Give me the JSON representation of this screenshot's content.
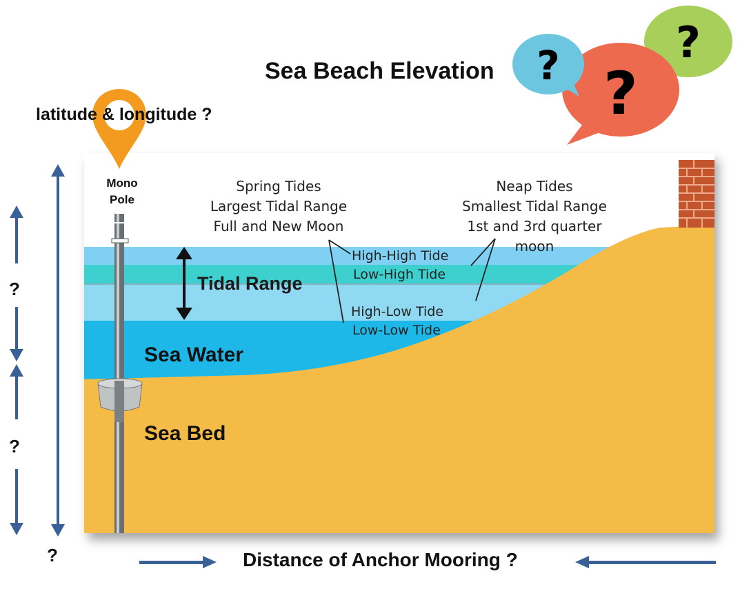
{
  "title": "Sea Beach Elevation",
  "location_question": "latitude & longitude ?",
  "mono_pole_label": "Mono\nPole",
  "spring_tides": [
    "Spring Tides",
    "Largest Tidal Range",
    "Full and New Moon"
  ],
  "neap_tides": [
    "Neap Tides",
    "Smallest Tidal Range",
    "1st and 3rd quarter moon"
  ],
  "tide_levels": [
    "High-High Tide",
    "Low-High Tide",
    "High-Low Tide",
    "Low-Low Tide"
  ],
  "tidal_range_label": "Tidal Range",
  "sea_water_label": "Sea Water",
  "sea_bed_label": "Sea Bed",
  "question_mark": "?",
  "distance_label": "Distance of Anchor Mooring ?",
  "colors": {
    "sky_band": "#7fd0f2",
    "teal_band": "#3ecfcf",
    "sea_water": "#1db8e8",
    "sand": "#f5bb47",
    "arrow_blue": "#3a6197",
    "pin_orange": "#f29b1f",
    "bubble_blue": "#6cc6e0",
    "bubble_red": "#ee6a4e",
    "bubble_green": "#a8cf5a"
  }
}
